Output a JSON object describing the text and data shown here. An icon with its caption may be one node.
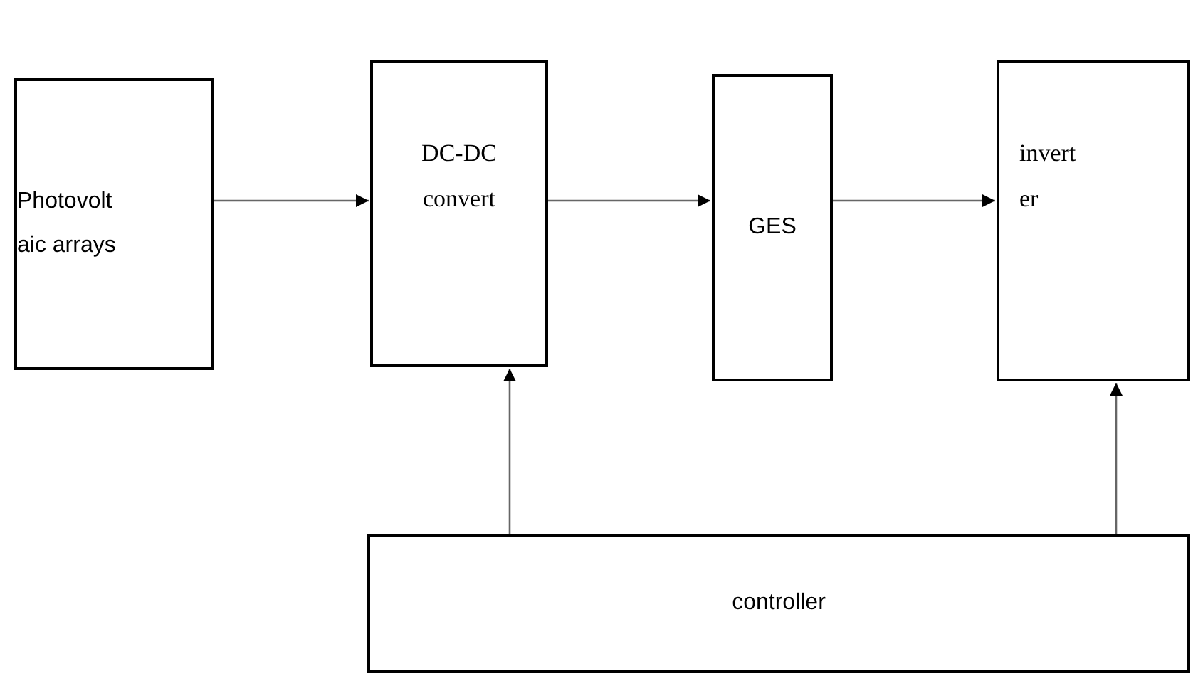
{
  "diagram": {
    "nodes": [
      {
        "text": [
          "Photovolt aic arrays"
        ]
      },
      {
        "text": [
          "DC-DC convert"
        ]
      },
      {
        "text": [
          "GES"
        ]
      },
      {
        "text": [
          "invert er"
        ]
      },
      {
        "text": [
          "controller"
        ]
      }
    ],
    "edges": [
      {
        "from": 0,
        "to": 1,
        "arrow": "to"
      },
      {
        "from": 1,
        "to": 2,
        "arrow": "to"
      },
      {
        "from": 2,
        "to": 3,
        "arrow": "to"
      },
      {
        "from": 4,
        "to": 1,
        "arrow": "to"
      },
      {
        "from": 4,
        "to": 3,
        "arrow": "to"
      }
    ]
  }
}
